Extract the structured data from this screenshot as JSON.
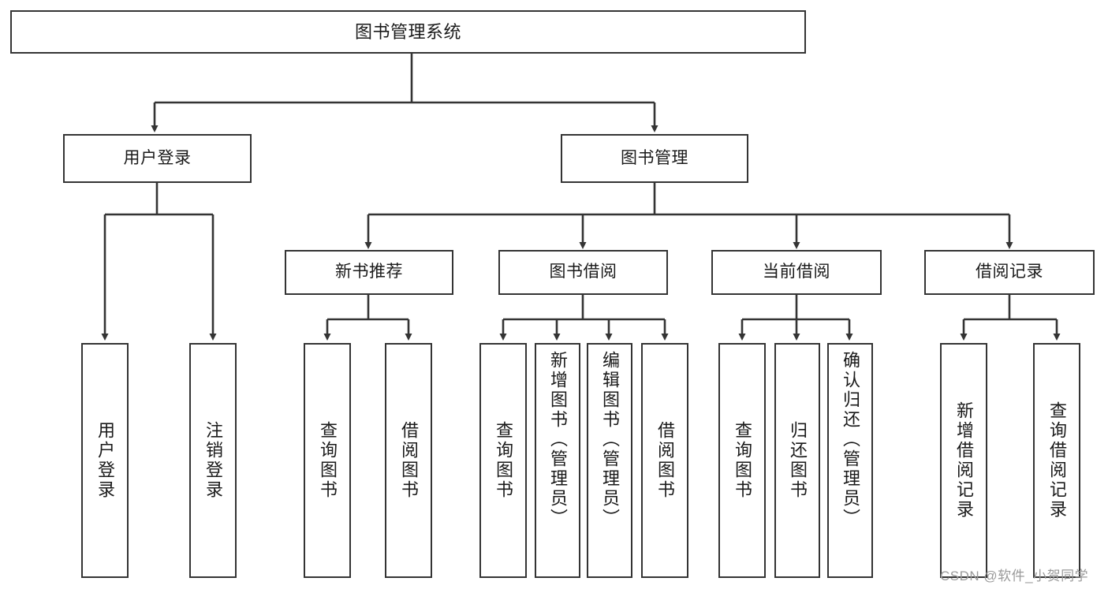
{
  "diagram": {
    "type": "tree-hierarchy",
    "title": "图书管理系统",
    "root": {
      "id": "root",
      "label": "图书管理系统"
    },
    "level1": [
      {
        "id": "user-login",
        "label": "用户登录"
      },
      {
        "id": "book-manage",
        "label": "图书管理"
      }
    ],
    "level2": [
      {
        "id": "new-book-rec",
        "label": "新书推荐",
        "parent": "book-manage"
      },
      {
        "id": "book-borrow",
        "label": "图书借阅",
        "parent": "book-manage"
      },
      {
        "id": "current-borrow",
        "label": "当前借阅",
        "parent": "book-manage"
      },
      {
        "id": "borrow-record",
        "label": "借阅记录",
        "parent": "book-manage"
      }
    ],
    "leaves": [
      {
        "id": "leaf-user-login",
        "label": "用户登录",
        "parent": "user-login"
      },
      {
        "id": "leaf-logout",
        "label": "注销登录",
        "parent": "user-login"
      },
      {
        "id": "leaf-query-book-1",
        "label": "查询图书",
        "parent": "new-book-rec"
      },
      {
        "id": "leaf-borrow-book-1",
        "label": "借阅图书",
        "parent": "new-book-rec"
      },
      {
        "id": "leaf-query-book-2",
        "label": "查询图书",
        "parent": "book-borrow"
      },
      {
        "id": "leaf-add-book",
        "label": "新增图书（管理员）",
        "parent": "book-borrow"
      },
      {
        "id": "leaf-edit-book",
        "label": "编辑图书（管理员）",
        "parent": "book-borrow"
      },
      {
        "id": "leaf-borrow-book-2",
        "label": "借阅图书",
        "parent": "book-borrow"
      },
      {
        "id": "leaf-query-book-3",
        "label": "查询图书",
        "parent": "current-borrow"
      },
      {
        "id": "leaf-return-book",
        "label": "归还图书",
        "parent": "current-borrow"
      },
      {
        "id": "leaf-confirm-return",
        "label": "确认归还（管理员）",
        "parent": "current-borrow"
      },
      {
        "id": "leaf-add-record",
        "label": "新增借阅记录",
        "parent": "borrow-record"
      },
      {
        "id": "leaf-query-record",
        "label": "查询借阅记录",
        "parent": "borrow-record"
      }
    ],
    "colors": {
      "stroke": "#343434",
      "fill": "#ffffff",
      "text": "#1a1a1a",
      "watermark": "#9a9a9a"
    }
  },
  "watermark": {
    "text": "CSDN @软件_小贺同学"
  }
}
